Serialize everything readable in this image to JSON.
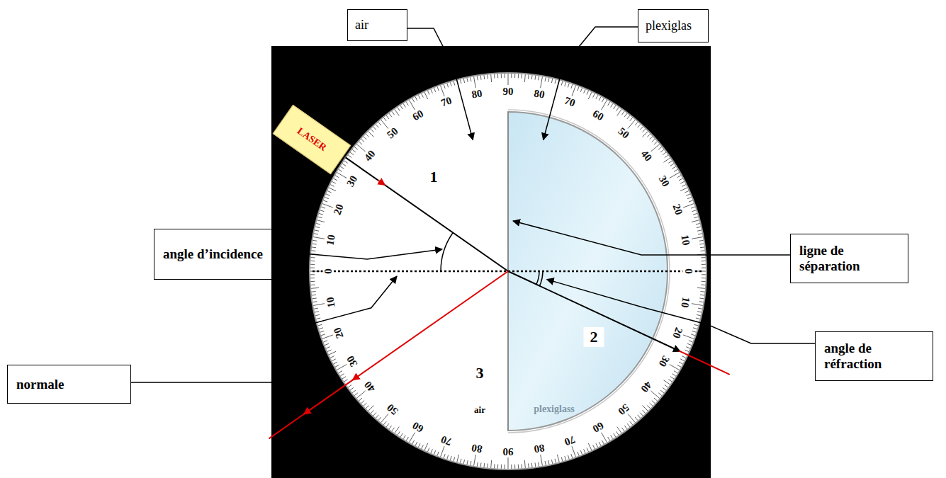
{
  "diagram": {
    "nodes": [
      {
        "text": [
          "air"
        ]
      },
      {
        "text": [
          "plexiglas"
        ]
      },
      {
        "text": [
          "LASER"
        ]
      },
      {
        "text": [
          "angle d’incidence"
        ]
      },
      {
        "text": [
          "ligne de séparation"
        ]
      },
      {
        "text": [
          "angle de réfraction"
        ]
      },
      {
        "text": [
          "normale"
        ]
      }
    ],
    "labels": [
      "90",
      "80",
      "70",
      "60",
      "50",
      "40",
      "30",
      "20",
      "10",
      "0",
      "10",
      "20",
      "30",
      "40",
      "50",
      "60",
      "70",
      "80",
      "90",
      "80",
      "70",
      "60",
      "50",
      "40",
      "30",
      "20",
      "10",
      "0",
      "10",
      "20",
      "30",
      "40",
      "50",
      "60",
      "70",
      "80",
      "1",
      "2",
      "3",
      "air",
      "plexiglass"
    ]
  }
}
